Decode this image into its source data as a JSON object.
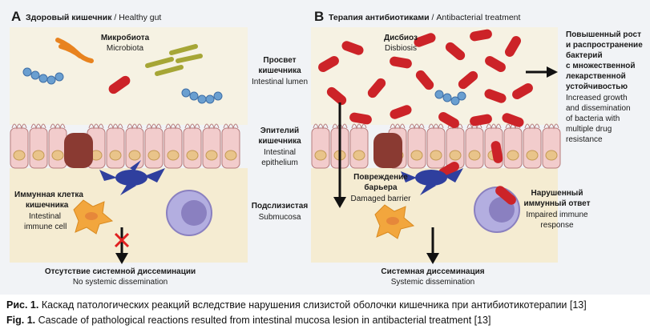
{
  "panel_a": {
    "letter": "A",
    "title_ru": "Здоровый кишечник",
    "title_en": "/ Healthy gut",
    "microbiota_ru": "Микробиота",
    "microbiota_en": "Microbiota",
    "immune_ru_1": "Иммунная клетка",
    "immune_ru_2": "кишечника",
    "immune_en_1": "Intestinal",
    "immune_en_2": "immune cell",
    "bottom_ru": "Отсутствие системной диссеминации",
    "bottom_en": "No systemic dissemination"
  },
  "middle_labels": {
    "lumen_ru_1": "Просвет",
    "lumen_ru_2": "кишечника",
    "lumen_en": "Intestinal lumen",
    "epi_ru_1": "Эпителий",
    "epi_ru_2": "кишечника",
    "epi_en_1": "Intestinal",
    "epi_en_2": "epithelium",
    "sub_ru": "Подслизистая",
    "sub_en": "Submucosa"
  },
  "panel_b": {
    "letter": "B",
    "title_ru": "Терапия антибиотиками",
    "title_en": "/ Antibacterial treatment",
    "dysbiosis_ru": "Дисбиоз",
    "dysbiosis_en": "Disbiosis",
    "damage_ru_1": "Повреждение",
    "damage_ru_2": "барьера",
    "damage_en": "Damaged barrier",
    "immune_ru_1": "Нарушенный",
    "immune_ru_2": "иммунный ответ",
    "immune_en_1": "Impaired immune",
    "immune_en_2": "response",
    "bottom_ru": "Системная диссеминация",
    "bottom_en": "Systemic dissemination"
  },
  "right_labels": {
    "ru_1": "Повышенный рост",
    "ru_2": "и распространение",
    "ru_3": "бактерий",
    "ru_4": "с множественной",
    "ru_5": "лекарственной",
    "ru_6": "устойчивостью",
    "en_1": "Increased growth",
    "en_2": "and dissemination",
    "en_3": "of bacteria with",
    "en_4": "multiple drug",
    "en_5": "resistance"
  },
  "caption": {
    "ru_label": "Рис. 1.",
    "ru_text": " Каскад патологических реакций вследствие нарушения слизистой оболочки кишечника при антибиотикотерапии [13]",
    "en_label": "Fig. 1.",
    "en_text": " Cascade of pathological reactions resulted from intestinal mucosa lesion in antibacterial treatment [13]"
  },
  "colors": {
    "background": "#f1f3f6",
    "lumen": "#f6f2e3",
    "submucosa": "#f5ecd2",
    "epithelium_cell": "#f2cccc",
    "epithelium_outline": "#b67c7c",
    "nucleus": "#e9c48a",
    "goblet_cell": "#8a3a32",
    "bacteria_red": "#cc2328",
    "bacteria_orange": "#e8831f",
    "bacteria_green": "#a6a636",
    "cocci_blue": "#6a9fd0",
    "dendritic_blue": "#2f3f9e",
    "immune_orange": "#f2a63d",
    "macrophage_purple": "#9080c0",
    "block_cross": "#e02020"
  }
}
